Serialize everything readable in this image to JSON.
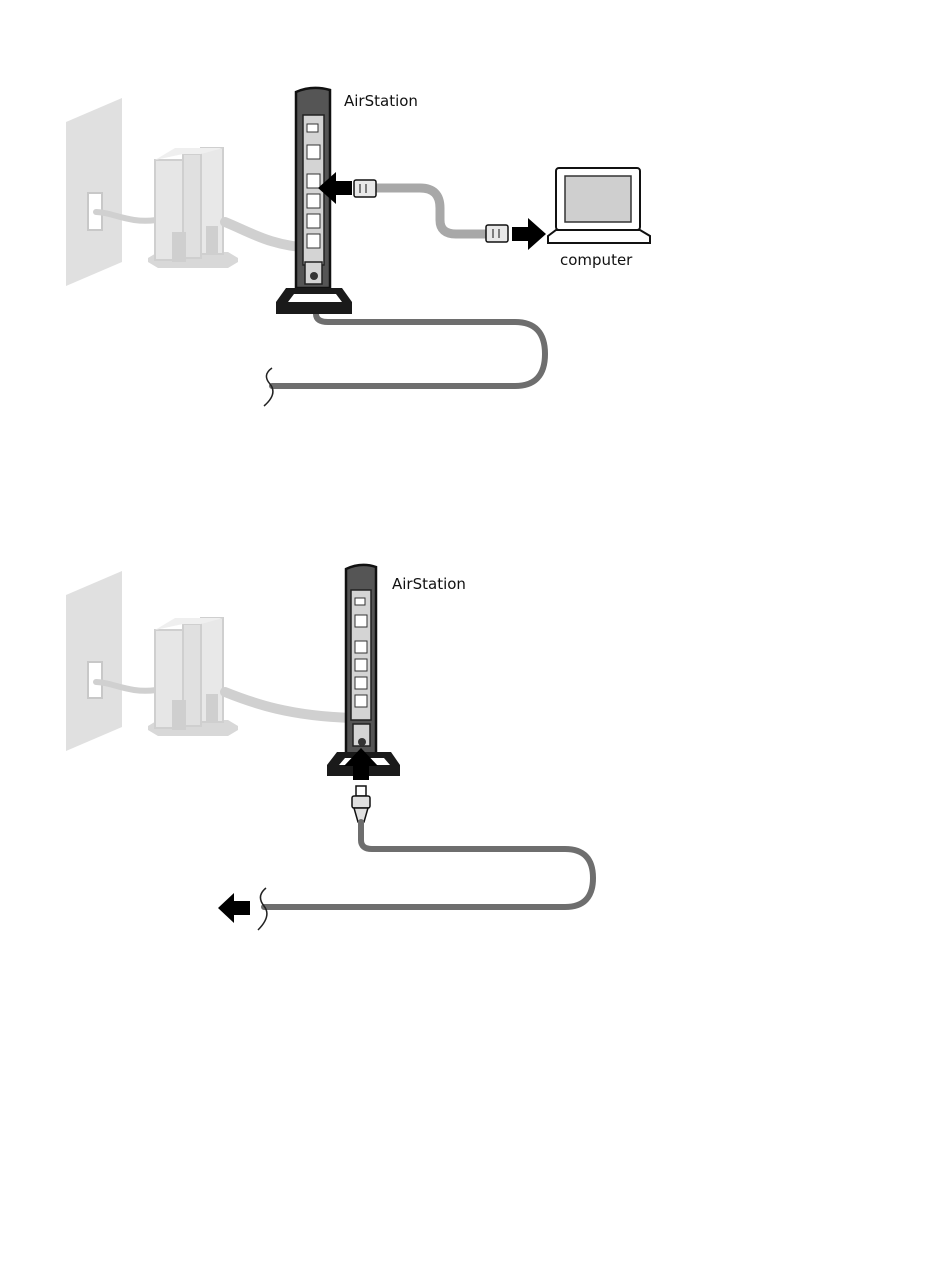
{
  "diagram_top": {
    "device_label": "AirStation",
    "computer_label": "computer"
  },
  "diagram_bottom": {
    "device_label": "AirStation"
  },
  "colors": {
    "faded_gray": "#d4d4d4",
    "cable_gray": "#a8a8a8",
    "cable_dark": "#6e6e6e",
    "router_body": "#555555",
    "router_panel": "#d0d0d0",
    "outline": "#111111",
    "arrow": "#000000"
  }
}
